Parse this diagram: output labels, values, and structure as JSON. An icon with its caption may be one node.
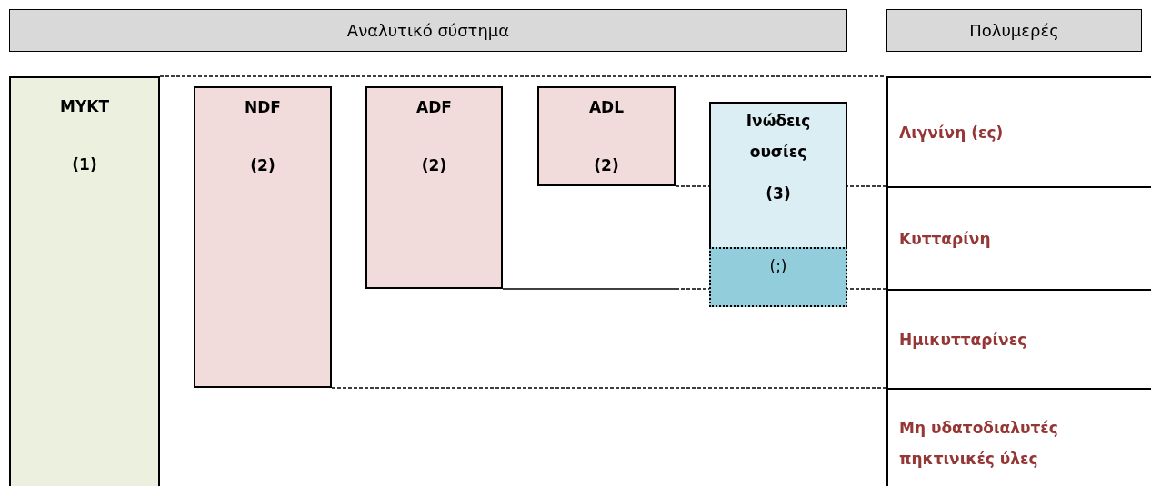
{
  "diagram": {
    "nodes": [
      {
        "text": [
          "Αναλυτικό σύστημα"
        ]
      },
      {
        "text": [
          "Πολυμερές"
        ]
      },
      {
        "text": [
          "MYKT",
          "(1)"
        ]
      },
      {
        "text": [
          "NDF",
          "(2)"
        ]
      },
      {
        "text": [
          "ADF",
          "(2)"
        ]
      },
      {
        "text": [
          "ADL",
          "(2)"
        ]
      },
      {
        "text": [
          "Ινώδεις ουσίες",
          "(3)"
        ]
      },
      {
        "text": [
          "(;)"
        ]
      },
      {
        "text": [
          "Λιγνίνη (ες)"
        ]
      },
      {
        "text": [
          "Κυτταρίνη"
        ]
      },
      {
        "text": [
          "Ημικυτταρίνες"
        ]
      },
      {
        "text": [
          "Μη υδατοδιαλυτές πηκτινικές ύλες"
        ]
      }
    ]
  }
}
